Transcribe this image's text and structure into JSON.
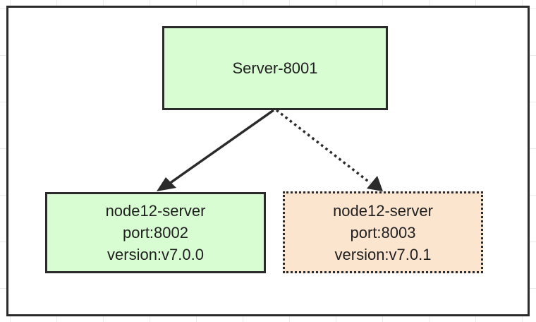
{
  "diagram": {
    "colors": {
      "border": "#2b2b2b",
      "text": "#1f1f1f",
      "green_fill": "#d9fdd2",
      "peach_fill": "#fbe5cf",
      "grid": "#ececec"
    },
    "root": {
      "label": "Server-8001",
      "fill": "#d9fdd2",
      "border_style": "solid"
    },
    "children": [
      {
        "lines": [
          "node12-server",
          "port:8002",
          "version:v7.0.0"
        ],
        "fill": "#d9fdd2",
        "border_style": "solid",
        "edge_style": "solid"
      },
      {
        "lines": [
          "node12-server",
          "port:8003",
          "version:v7.0.1"
        ],
        "fill": "#fbe5cf",
        "border_style": "dotted",
        "edge_style": "dotted"
      }
    ]
  }
}
